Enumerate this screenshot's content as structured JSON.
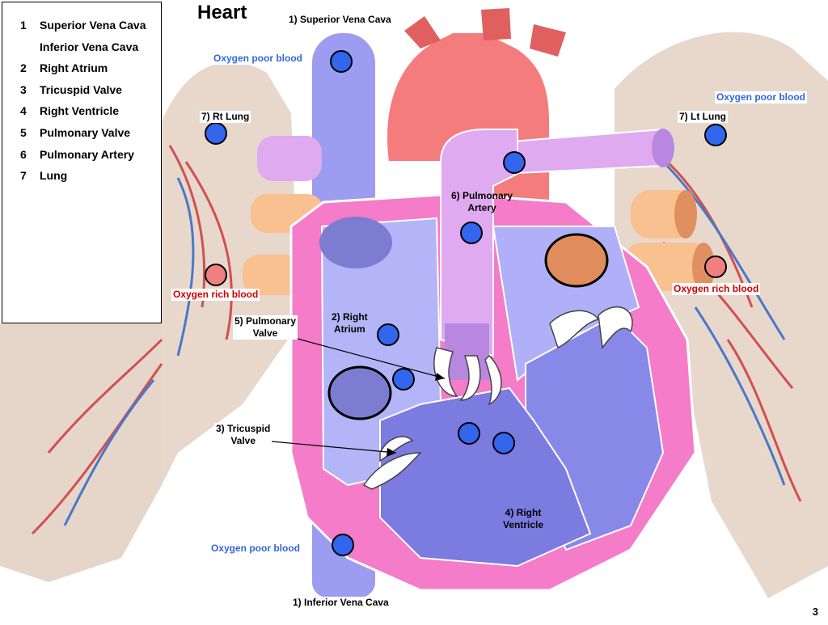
{
  "title": "Heart",
  "legend": [
    {
      "num": "1",
      "text": "Superior Vena Cava"
    },
    {
      "num": "",
      "text": "Inferior Vena Cava"
    },
    {
      "num": "2",
      "text": "Right Atrium"
    },
    {
      "num": "3",
      "text": "Tricuspid Valve"
    },
    {
      "num": "4",
      "text": "Right Ventricle"
    },
    {
      "num": "5",
      "text": "Pulmonary Valve"
    },
    {
      "num": "6",
      "text": "Pulmonary Artery"
    },
    {
      "num": "7",
      "text": "Lung"
    }
  ],
  "labels": {
    "svc": "1) Superior Vena Cava",
    "ivc": "1) Inferior Vena Cava",
    "oxygen_poor_top_left": "Oxygen poor blood",
    "oxygen_poor_top_right": "Oxygen poor blood",
    "oxygen_poor_bottom": "Oxygen poor blood",
    "oxygen_rich_left": "Oxygen rich blood",
    "oxygen_rich_right": "Oxygen rich blood",
    "rt_lung": "7) Rt Lung",
    "lt_lung": "7) Lt Lung",
    "pulmonary_artery_l1": "6) Pulmonary",
    "pulmonary_artery_l2": "Artery",
    "right_atrium_l1": "2) Right",
    "right_atrium_l2": "Atrium",
    "pulmonary_valve_l1": "5) Pulmonary",
    "pulmonary_valve_l2": "Valve",
    "tricuspid_l1": "3) Tricuspid",
    "tricuspid_l2": "Valve",
    "right_ventricle_l1": "4) Right",
    "right_ventricle_l2": "Ventricle"
  },
  "page_number": "3",
  "colors": {
    "oxygen_poor": "#3366ee",
    "oxygen_rich": "#f08080",
    "vena_cava": "#9999ee",
    "aorta": "#f07878",
    "pulmonary_artery": "#e0aaf0",
    "right_ventricle": "#7b7be0",
    "heart_wall": "#f07cc8"
  }
}
